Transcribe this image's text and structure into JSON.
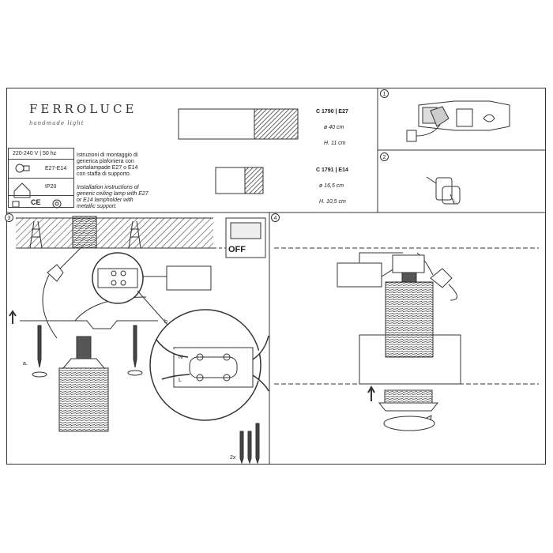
{
  "brand": {
    "name": "FERROLUCE",
    "tagline": "handmade light"
  },
  "specs": {
    "voltage": "220-240 V | 50 hz",
    "lampholder": "E27-E14",
    "ip": "IP20"
  },
  "instructions": {
    "it": [
      "Istruzioni di montaggio di",
      "generica plafoniera con",
      "portalampade E27 o E14",
      "con staffa di supporto."
    ],
    "en": [
      "Installation instructions of",
      "generic ceiling lamp with E27",
      "or E14 lampholder with",
      "metallic support."
    ]
  },
  "products": [
    {
      "code": "C 1790 | E27",
      "diameter": "ø 40 cm",
      "height": "H. 11 cm"
    },
    {
      "code": "C 1791 | E14",
      "diameter": "ø 16,5 cm",
      "height": "H. 10,5 cm"
    }
  ],
  "steps": [
    "1",
    "2",
    "3",
    "4"
  ],
  "labels": {
    "off": "OFF",
    "a": "a.",
    "b": "b",
    "qty": "2x",
    "n": "N",
    "l": "L"
  }
}
